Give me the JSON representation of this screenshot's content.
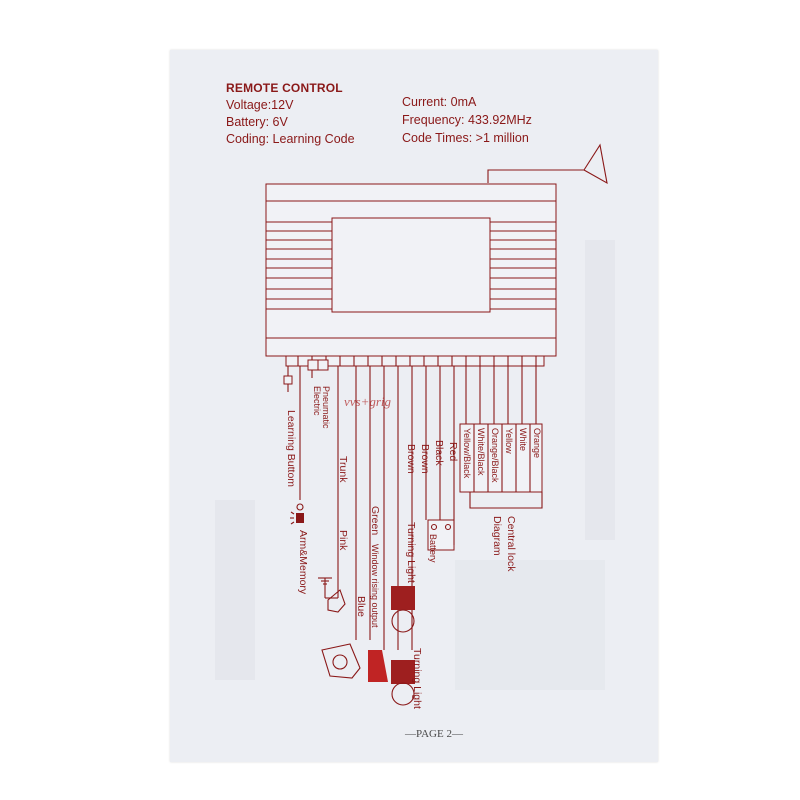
{
  "header": {
    "title": "REMOTE CONTROL",
    "voltage": "Voltage:12V",
    "battery": "Battery: 6V",
    "coding": "Coding: Learning Code",
    "current": "Current: 0mA",
    "frequency": "Frequency: 433.92MHz",
    "code_times": "Code Times: >1 million"
  },
  "wires": {
    "learning_button": "Learning Buttom",
    "electric_pneumatic": [
      "Electric",
      "Pneumatic"
    ],
    "arm_memory": "Arm&Memory",
    "trunk": "Trunk",
    "pink": "Pink",
    "green": "Green",
    "window_rising": "Window rising output",
    "blue": "Blue",
    "brown_1": "Brown",
    "brown_2": "Brown",
    "black": "Black",
    "red": "Red",
    "battery": "Battery",
    "turning_light_1": "Turning Light",
    "turning_light_2": "Turning Light",
    "lock_wires": [
      "Yellow/Black",
      "White/Black",
      "Orange/Black",
      "Yellow",
      "White",
      "Orange"
    ],
    "central_lock": [
      "Central lock",
      "Diagram"
    ]
  },
  "watermark": "vvs+grig",
  "footer": {
    "page": "—PAGE 2—"
  }
}
